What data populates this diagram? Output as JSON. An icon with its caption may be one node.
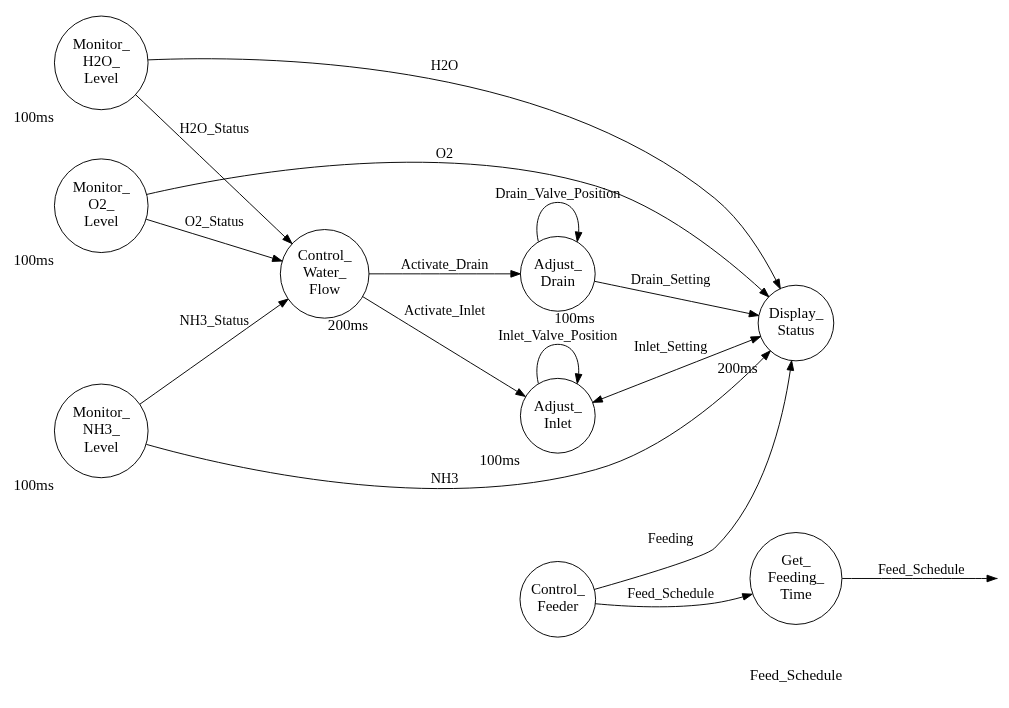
{
  "diagram": {
    "nodes": [
      {
        "text": [
          "Monitor_ O2_ Level"
        ],
        "beside": [
          "100ms"
        ]
      },
      {
        "text": [
          "Monitor_ NH3_ Level"
        ],
        "beside": [
          "100ms"
        ]
      },
      {
        "text": [
          "Monitor_ H2O_ Level"
        ],
        "beside": [
          "100ms"
        ]
      },
      {
        "text": [
          "Display_ Status"
        ],
        "beside": [
          "200ms"
        ]
      },
      {
        "text": [
          "Control_ Water_ Flow"
        ],
        "beside": [
          "200ms"
        ]
      },
      {
        "text": [
          "Adjust_ Inlet"
        ],
        "beside": [
          "100ms"
        ]
      },
      {
        "text": [
          "Adjust_ Drain"
        ],
        "beside": [
          "100ms"
        ]
      },
      {
        "text": [
          "Control_ Feeder"
        ]
      },
      {
        "text": [
          "Get_ Feeding_ Time"
        ]
      }
    ],
    "edges": [
      {
        "from": 0,
        "to": 3,
        "arrow": "to",
        "label": "O2"
      },
      {
        "from": 1,
        "to": 3,
        "arrow": "to",
        "label": "NH3"
      },
      {
        "from": 2,
        "to": 3,
        "arrow": "to",
        "label": "H2O"
      },
      {
        "from": 0,
        "to": 4,
        "arrow": "to",
        "label": "O2_Status"
      },
      {
        "from": 1,
        "to": 4,
        "arrow": "to",
        "label": "NH3_Status"
      },
      {
        "from": 2,
        "to": 4,
        "arrow": "to",
        "label": "H2O_Status"
      },
      {
        "from": 5,
        "to": 5,
        "arrow": "to",
        "label": "Inlet_Valve_Position"
      },
      {
        "from": 5,
        "to": 3,
        "arrow": "both",
        "label": "Inlet_Setting"
      },
      {
        "from": 7,
        "to": 3,
        "arrow": "to",
        "label": "Feeding"
      },
      {
        "from": 7,
        "to": 8,
        "arrow": "to",
        "label": "Feed_Schedule"
      },
      {
        "from": 4,
        "to": 5,
        "arrow": "to",
        "label": "Activate_Inlet"
      },
      {
        "from": 6,
        "to": 3,
        "arrow": "to",
        "label": "Drain_Setting"
      },
      {
        "from": 4,
        "to": 6,
        "arrow": "to",
        "label": "Activate_Drain"
      },
      {
        "from": 6,
        "to": 6,
        "arrow": "to",
        "label": "Drain_Valve_Position"
      },
      {
        "from": 8,
        "to": null,
        "arrow": "to",
        "label": "Feed_Schedule"
      }
    ],
    "labels": [
      "Feed_Schedule"
    ]
  }
}
